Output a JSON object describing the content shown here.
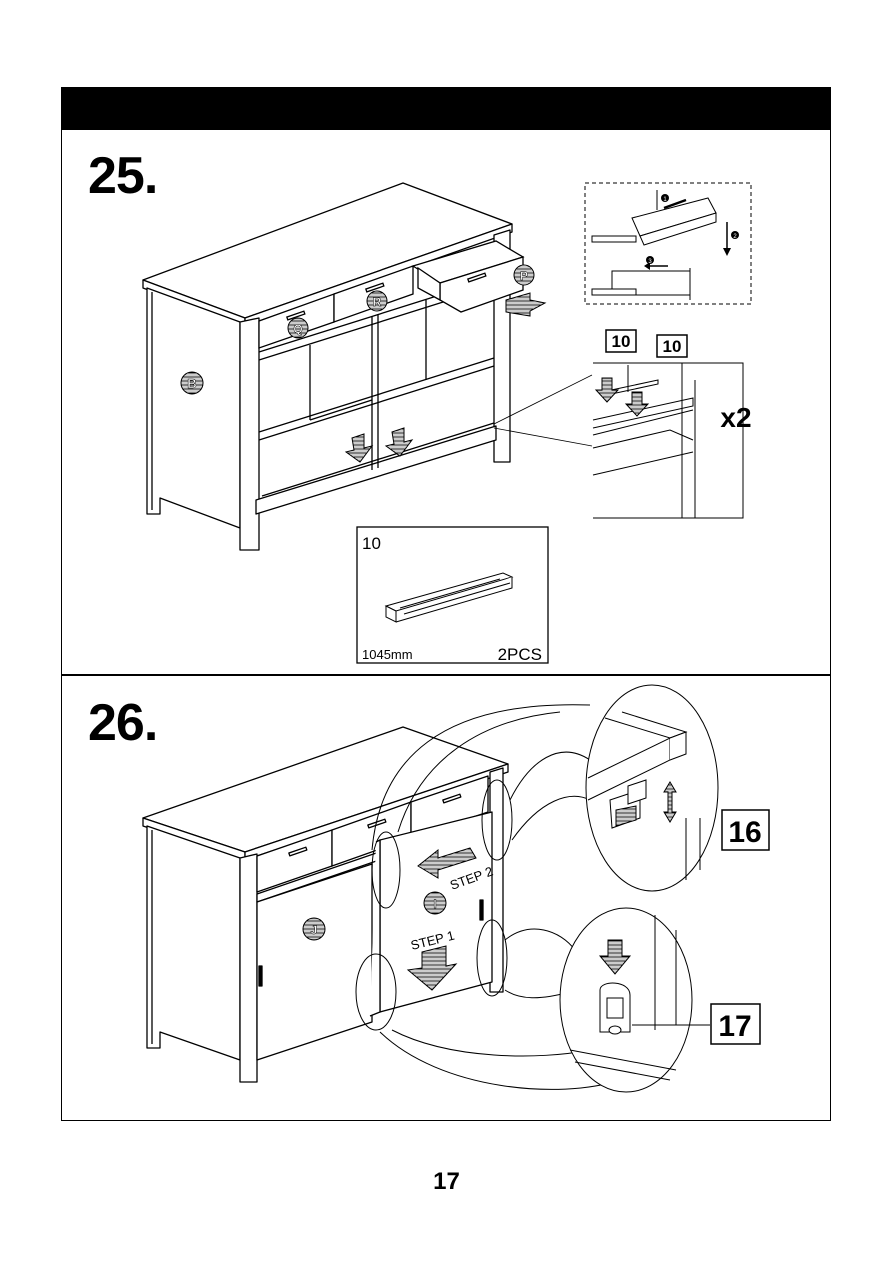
{
  "step25": {
    "number": "25.",
    "part_labels": {
      "side": "B",
      "drawer_left": "Q",
      "drawer_middle": "R",
      "drawer_right": "P"
    },
    "drawer_steps": [
      "1",
      "2",
      "3"
    ],
    "rail_callouts": [
      "10",
      "10"
    ],
    "rail_multiplier": "x2",
    "part_box": {
      "part_id": "10",
      "length": "1045mm",
      "quantity": "2PCS"
    }
  },
  "step26": {
    "number": "26.",
    "door_labels": {
      "left": "J",
      "right": "I"
    },
    "step_labels": {
      "step1": "STEP 1",
      "step2": "STEP 2"
    },
    "callouts": {
      "top_guide": "16",
      "bottom_guide": "17"
    }
  },
  "page": {
    "number": "17"
  }
}
